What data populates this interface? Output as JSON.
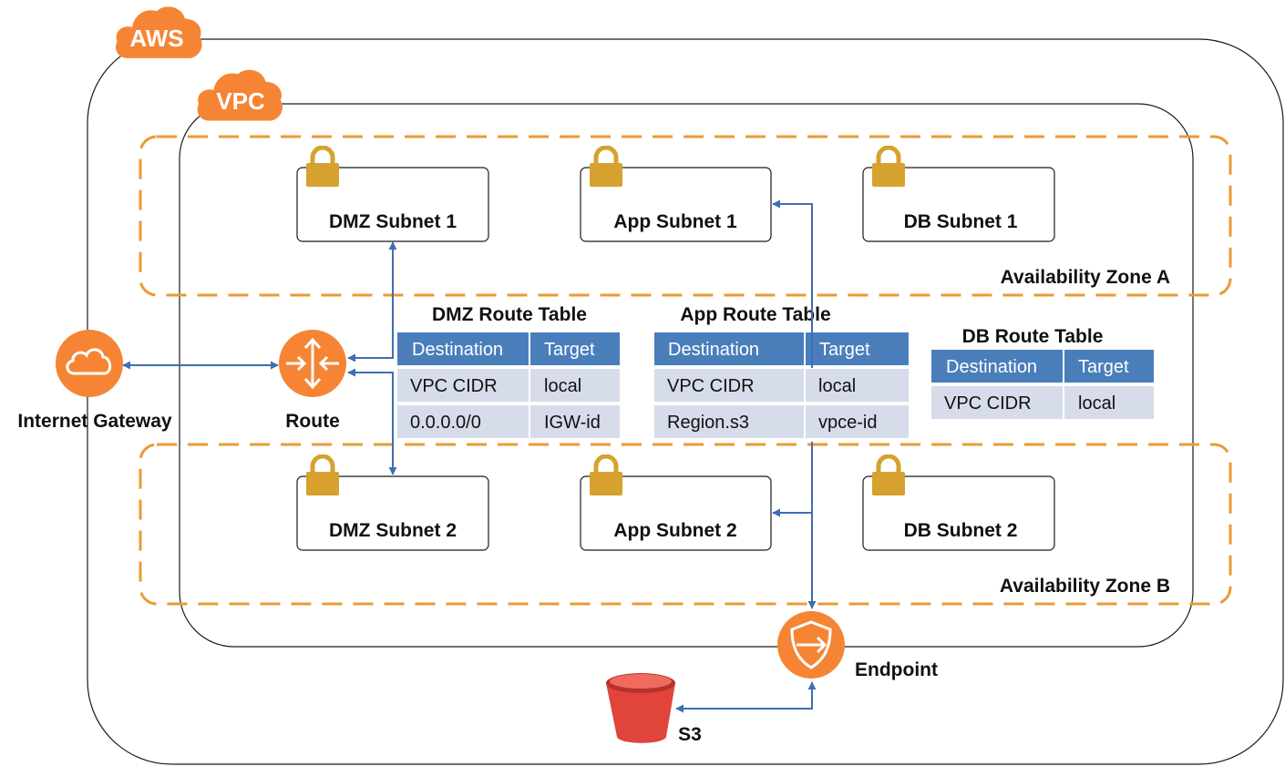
{
  "badges": {
    "aws": "AWS",
    "vpc": "VPC"
  },
  "zones": [
    {
      "label": "Availability Zone A"
    },
    {
      "label": "Availability Zone B"
    }
  ],
  "subnets": [
    {
      "label": "DMZ Subnet 1"
    },
    {
      "label": "App Subnet 1"
    },
    {
      "label": "DB Subnet 1"
    },
    {
      "label": "DMZ Subnet 2"
    },
    {
      "label": "App Subnet 2"
    },
    {
      "label": "DB Subnet 2"
    }
  ],
  "route_tables": [
    {
      "title": "DMZ  Route Table",
      "headers": [
        "Destination",
        "Target"
      ],
      "rows": [
        [
          "VPC CIDR",
          "local"
        ],
        [
          "0.0.0.0/0",
          "IGW-id"
        ]
      ]
    },
    {
      "title": "App  Route Table",
      "headers": [
        "Destination",
        "Target"
      ],
      "rows": [
        [
          "VPC CIDR",
          "local"
        ],
        [
          "Region.s3",
          "vpce-id"
        ]
      ]
    },
    {
      "title": "DB  Route Table",
      "headers": [
        "Destination",
        "Target"
      ],
      "rows": [
        [
          "VPC CIDR",
          "local"
        ]
      ]
    }
  ],
  "nodes": {
    "internet_gateway": "Internet Gateway",
    "route": "Route",
    "endpoint": "Endpoint",
    "s3": "S3"
  },
  "colors": {
    "aws_orange": "#f58535",
    "zone_dash": "#eb9a35",
    "lock_gold": "#d6a22d",
    "link_blue": "#3e6fb0",
    "table_header": "#4a7ebb",
    "table_row": "#d6dcea",
    "s3_red": "#e0443a"
  },
  "icons": {
    "internet_gateway": "cloud-icon",
    "route": "router-arrows-icon",
    "endpoint": "shield-arrow-icon",
    "s3": "bucket-icon",
    "subnet": "padlock-icon"
  }
}
